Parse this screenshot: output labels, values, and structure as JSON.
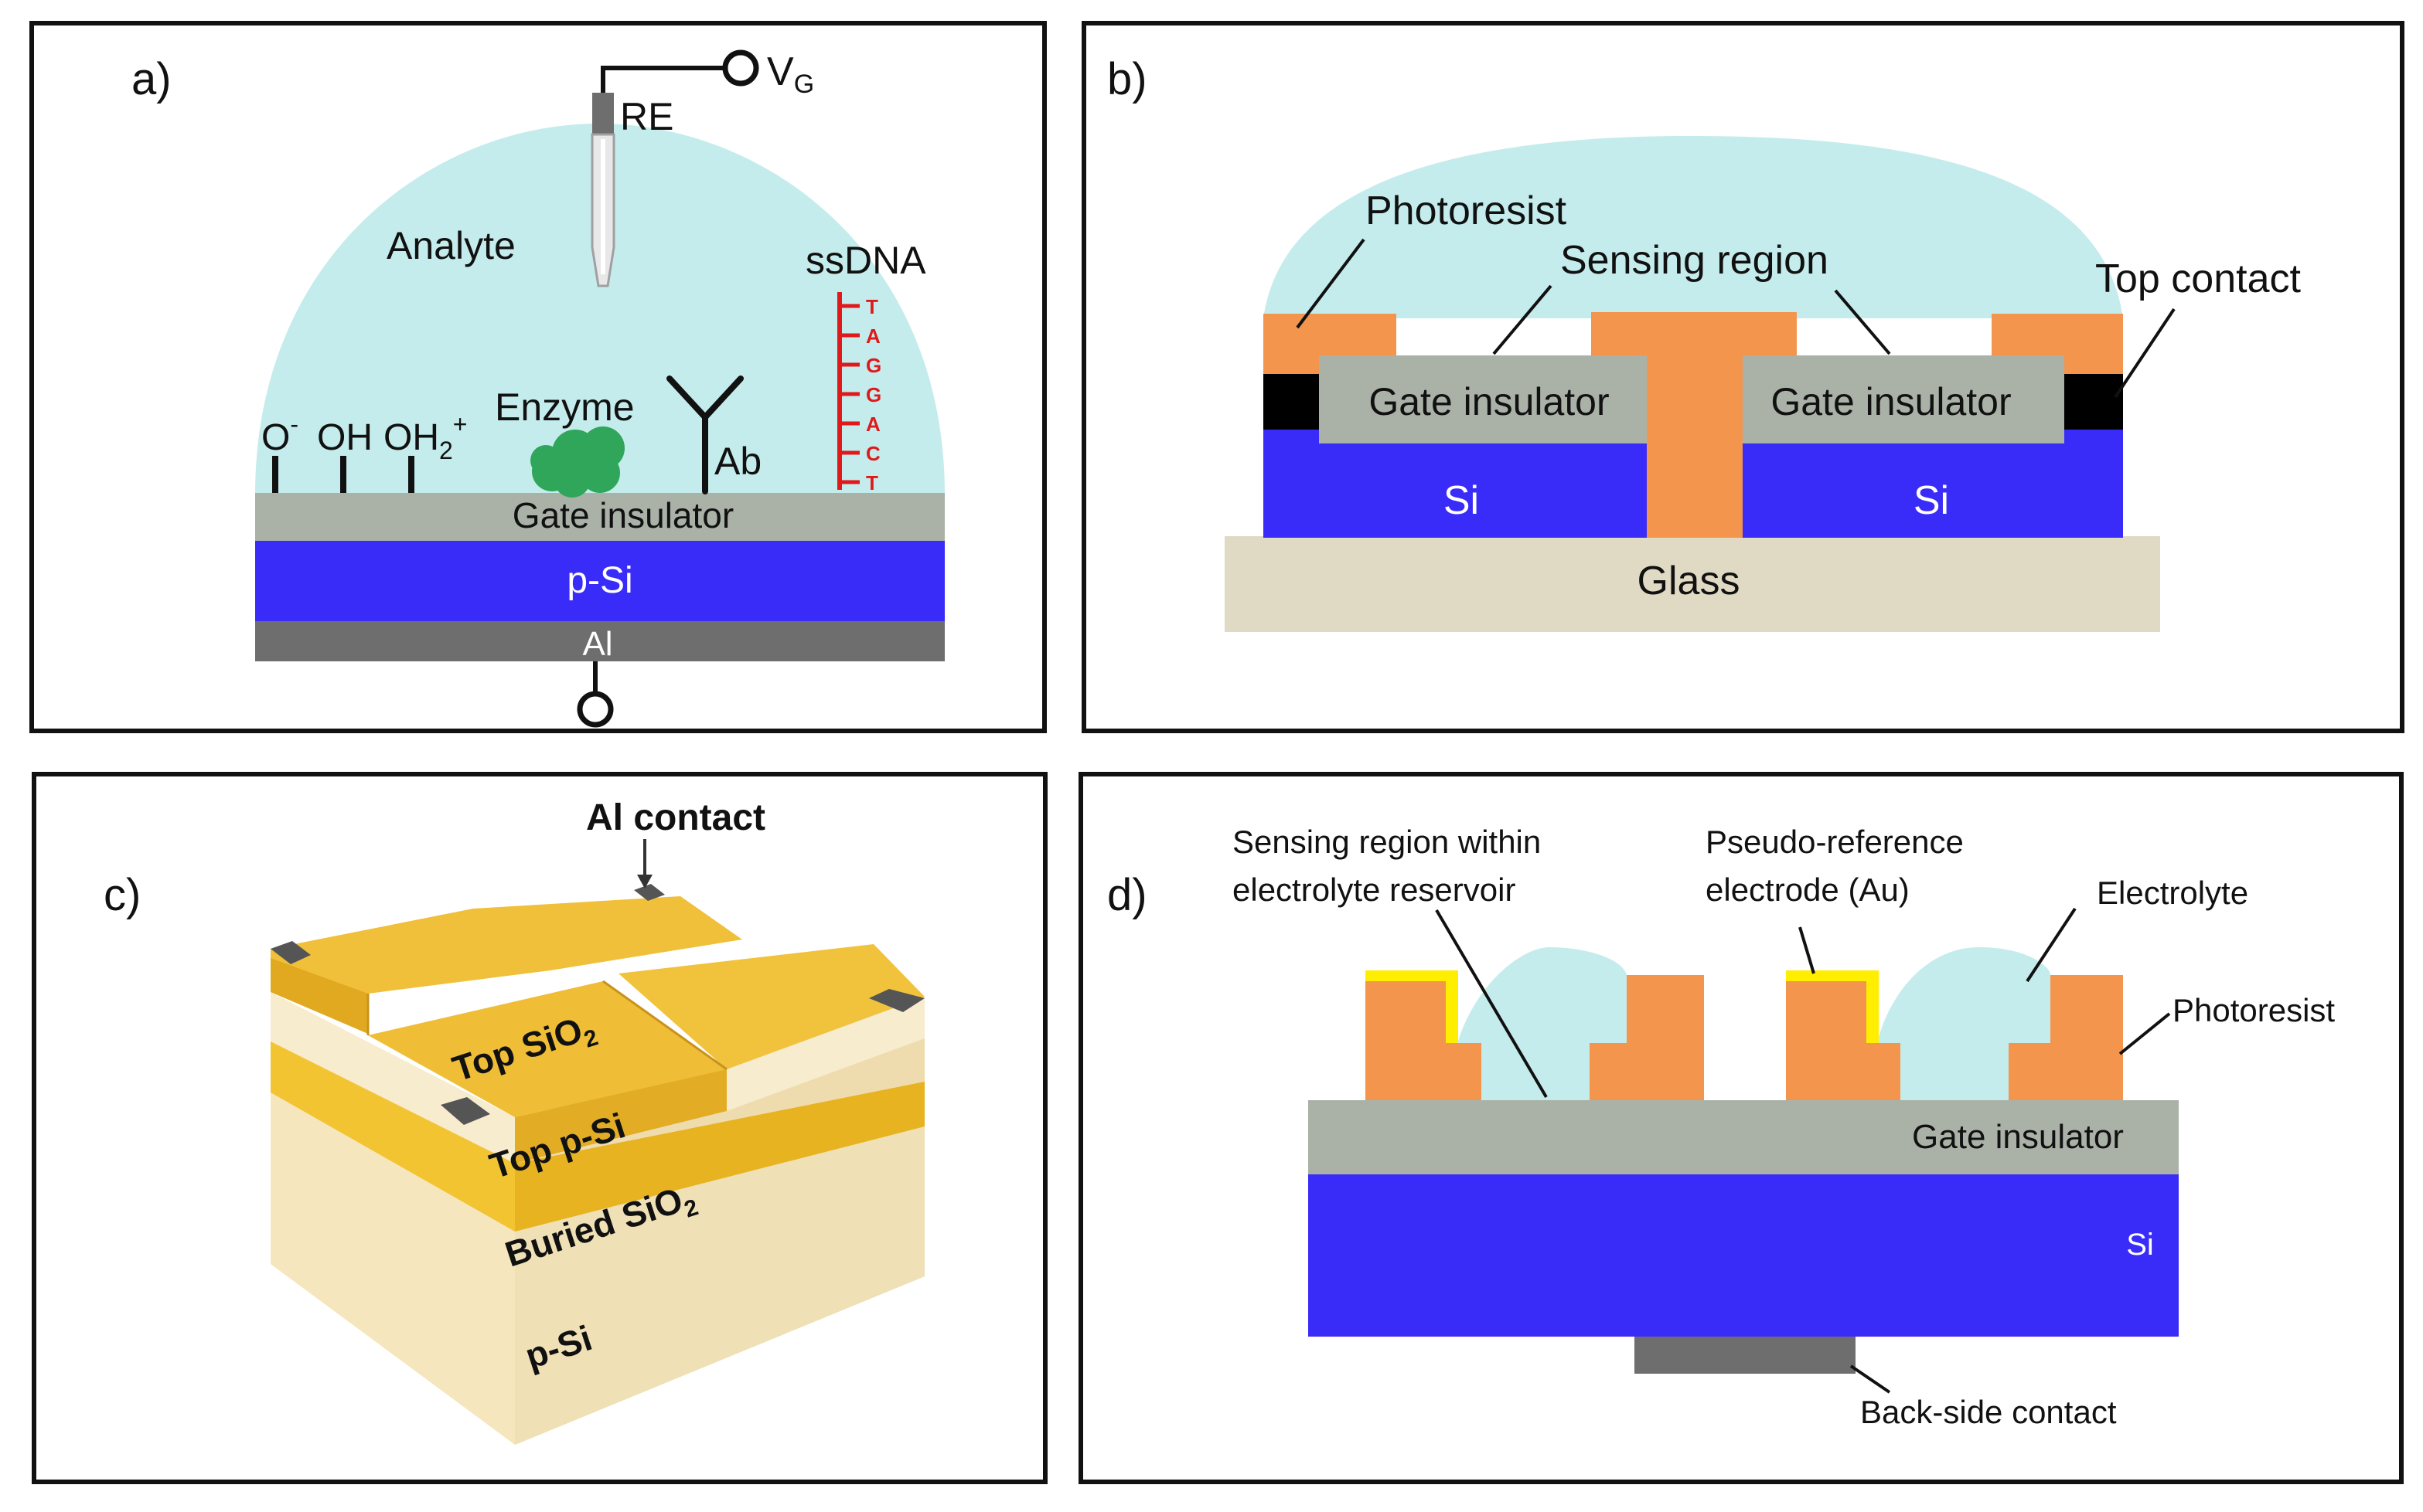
{
  "panels": {
    "a": {
      "tag": "a)",
      "vg_main": "V",
      "vg_sub": "G",
      "re": "RE",
      "analyte": "Analyte",
      "ssdna": "ssDNA",
      "ssdna_bases": [
        "T",
        "A",
        "G",
        "G",
        "A",
        "C",
        "T"
      ],
      "o_minus_main": "O",
      "o_minus_sup": "-",
      "oh": "OH",
      "oh2_main": "OH",
      "oh2_sub": "2",
      "oh2_sup": "+",
      "enzyme": "Enzyme",
      "ab": "Ab",
      "gate_insulator": "Gate insulator",
      "psi": "p-Si",
      "al": "Al"
    },
    "b": {
      "tag": "b)",
      "photoresist": "Photoresist",
      "sensing_region": "Sensing region",
      "top_contact": "Top contact",
      "gate_insulator_left": "Gate insulator",
      "gate_insulator_right": "Gate insulator",
      "si_left": "Si",
      "si_right": "Si",
      "glass": "Glass"
    },
    "c": {
      "tag": "c)",
      "al_contact": "Al contact",
      "top_sio2_main": "Top SiO",
      "top_sio2_sub": "2",
      "top_psi": "Top p-Si",
      "buried_sio2_main": "Buried SiO",
      "buried_sio2_sub": "2",
      "psi": "p-Si"
    },
    "d": {
      "tag": "d)",
      "sensing_line1": "Sensing region within",
      "sensing_line2": "electrolyte reservoir",
      "pseudo_line1": "Pseudo-reference",
      "pseudo_line2": "electrode (Au)",
      "electrolyte": "Electrolyte",
      "photoresist": "Photoresist",
      "gate_insulator": "Gate insulator",
      "si": "Si",
      "back_contact": "Back-side contact"
    }
  },
  "colors": {
    "analyte": "#c5ecec",
    "gate_insulator": "#aab2a8",
    "silicon": "#3a2cf8",
    "aluminum": "#6e6e6e",
    "photoresist": "#f3954d",
    "glass": "#e0d9c3",
    "gold": "#ffee00",
    "enzyme": "#2fa65a",
    "dna": "#e0191b",
    "oxide_gold": "#e9b527",
    "psi_cream": "#f8e9c4"
  }
}
